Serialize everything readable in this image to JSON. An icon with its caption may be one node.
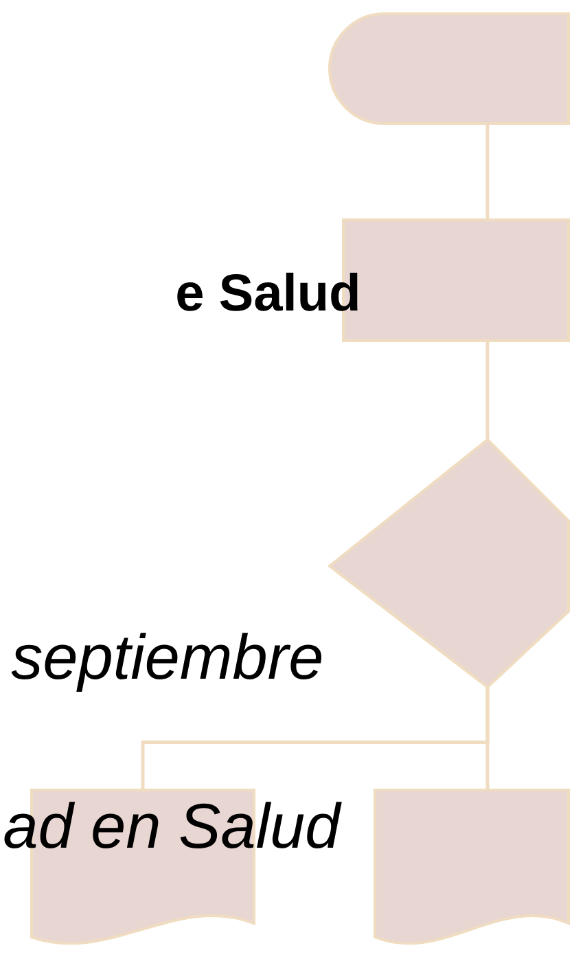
{
  "diagram": {
    "nodes": [
      {
        "text": [],
        "shape": "terminator"
      },
      {
        "text": [],
        "shape": "box"
      },
      {
        "text": [],
        "shape": "diamond"
      },
      {
        "text": [],
        "shape": "document"
      },
      {
        "text": [],
        "shape": "document"
      }
    ],
    "edges": [
      {
        "from": 0,
        "to": 1,
        "arrow": "none"
      },
      {
        "from": 1,
        "to": 2,
        "arrow": "none"
      },
      {
        "from": 2,
        "to": 3,
        "arrow": "none"
      },
      {
        "from": 2,
        "to": 4,
        "arrow": "none"
      }
    ],
    "labels": [
      "e  Salud",
      "septiembre",
      "ad en Salud"
    ]
  }
}
